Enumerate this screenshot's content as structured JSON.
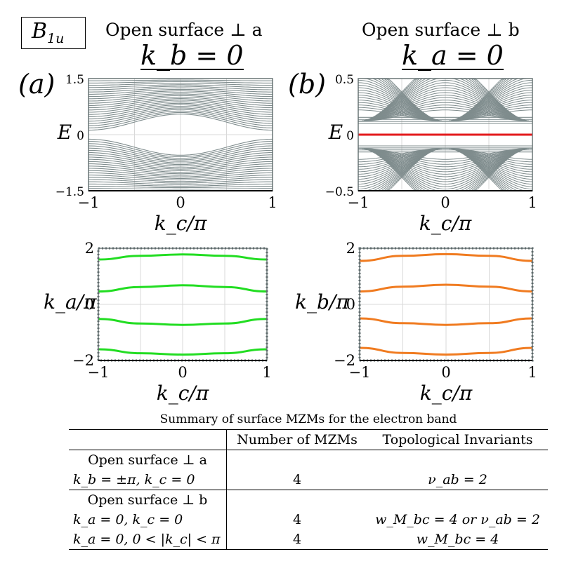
{
  "header": {
    "symmetry_base": "B",
    "symmetry_sub": "1u",
    "left_title": "Open surface ⊥ a",
    "right_title": "Open surface ⊥ b",
    "left_fixed": "k_b = 0",
    "right_fixed": "k_a = 0",
    "left_panel": "(a)",
    "right_panel": "(b)"
  },
  "colors": {
    "bulk_bands": "#7f8c8d",
    "zero_mode": "#e31a1c",
    "green_lines": "#22dd22",
    "orange_lines": "#f07b20",
    "grid": "#d9d9d9"
  },
  "chart_data": [
    {
      "type": "line",
      "panel": "(a) top",
      "xlabel": "k_c/π",
      "ylabel": "E",
      "xlim": [
        -1,
        1
      ],
      "ylim": [
        -1.5,
        1.5
      ],
      "xticks": [
        -1,
        0,
        1
      ],
      "yticks": [
        -1.5,
        0,
        1.5
      ],
      "ytick_labels": [
        "−1.5",
        "0",
        "1.5"
      ],
      "xtick_labels": [
        "−1",
        "0",
        "1"
      ],
      "grid": true,
      "bands": {
        "gap_edge_at_center": 0.55,
        "gap_edge_at_boundary": 0.12,
        "n_bands_each_side": 24,
        "top_value": 1.5
      }
    },
    {
      "type": "line",
      "panel": "(b) top",
      "xlabel": "k_c/π",
      "ylabel": "E",
      "xlim": [
        -1,
        1
      ],
      "ylim": [
        -0.5,
        0.5
      ],
      "xticks": [
        -1,
        0,
        1
      ],
      "yticks": [
        -0.5,
        0,
        0.5
      ],
      "ytick_labels": [
        "−0.5",
        "0",
        "0.5"
      ],
      "xtick_labels": [
        "−1",
        "0",
        "1"
      ],
      "grid": true,
      "zero_mode_energy": 0,
      "flat_band_edges": [
        0.1,
        -0.1
      ],
      "bands": {
        "n_bands_each_side": 20
      }
    },
    {
      "type": "line",
      "panel": "(a) bottom",
      "xlabel": "k_c/π",
      "ylabel": "k_a/π",
      "xlim": [
        -1,
        1
      ],
      "ylim": [
        -2,
        2
      ],
      "xticks": [
        -1,
        0,
        1
      ],
      "yticks": [
        -2,
        0,
        2
      ],
      "ytick_labels": [
        "−2",
        "0",
        "2"
      ],
      "xtick_labels": [
        "−1",
        "0",
        "1"
      ],
      "grid": true,
      "x": [
        -1,
        -0.5,
        0,
        0.5,
        1
      ],
      "series": [
        {
          "values": [
            1.6,
            1.73,
            1.78,
            1.73,
            1.6
          ]
        },
        {
          "values": [
            0.46,
            0.62,
            0.68,
            0.62,
            0.46
          ]
        },
        {
          "values": [
            -0.52,
            -0.68,
            -0.73,
            -0.68,
            -0.52
          ]
        },
        {
          "values": [
            -1.6,
            -1.74,
            -1.79,
            -1.74,
            -1.6
          ]
        }
      ]
    },
    {
      "type": "line",
      "panel": "(b) bottom",
      "xlabel": "k_c/π",
      "ylabel": "k_b/π",
      "xlim": [
        -1,
        1
      ],
      "ylim": [
        -2,
        2
      ],
      "xticks": [
        -1,
        0,
        1
      ],
      "yticks": [
        -2,
        0,
        2
      ],
      "ytick_labels": [
        "−2",
        "0",
        "2"
      ],
      "xtick_labels": [
        "−1",
        "0",
        "1"
      ],
      "grid": true,
      "x": [
        -1,
        -0.5,
        0,
        0.5,
        1
      ],
      "series": [
        {
          "values": [
            1.55,
            1.73,
            1.79,
            1.73,
            1.55
          ]
        },
        {
          "values": [
            0.46,
            0.63,
            0.7,
            0.63,
            0.46
          ]
        },
        {
          "values": [
            -0.5,
            -0.67,
            -0.73,
            -0.67,
            -0.5
          ]
        },
        {
          "values": [
            -1.55,
            -1.73,
            -1.79,
            -1.73,
            -1.55
          ]
        }
      ]
    }
  ],
  "table": {
    "title": "Summary of surface MZMs for the electron band",
    "col_headers": [
      "",
      "Number of MZMs",
      "Topological Invariants"
    ],
    "groups": [
      {
        "title": "Open surface ⊥ a",
        "rows": [
          {
            "condition": "k_b = ±π, k_c = 0",
            "number": "4",
            "invariant": "ν_ab = 2"
          }
        ]
      },
      {
        "title": "Open surface ⊥ b",
        "rows": [
          {
            "condition": "k_a = 0, k_c = 0",
            "number": "4",
            "invariant": "w_M_bc = 4 or ν_ab = 2"
          },
          {
            "condition": "k_a = 0, 0 < |k_c| < π",
            "number": "4",
            "invariant": "w_M_bc = 4"
          }
        ]
      }
    ]
  }
}
